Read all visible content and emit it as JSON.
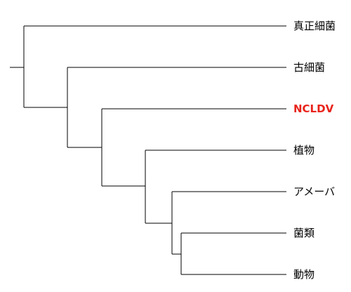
{
  "taxa": [
    {
      "label": "真正細菌",
      "highlight": false
    },
    {
      "label": "古細菌",
      "highlight": false
    },
    {
      "label": "NCLDV",
      "highlight": true
    },
    {
      "label": "植物",
      "highlight": false
    },
    {
      "label": "アメーバ",
      "highlight": false
    },
    {
      "label": "菌類",
      "highlight": false
    },
    {
      "label": "動物",
      "highlight": false
    }
  ],
  "colors": {
    "branch": "#000000",
    "label": "#000000",
    "highlight": "#e8231b"
  }
}
